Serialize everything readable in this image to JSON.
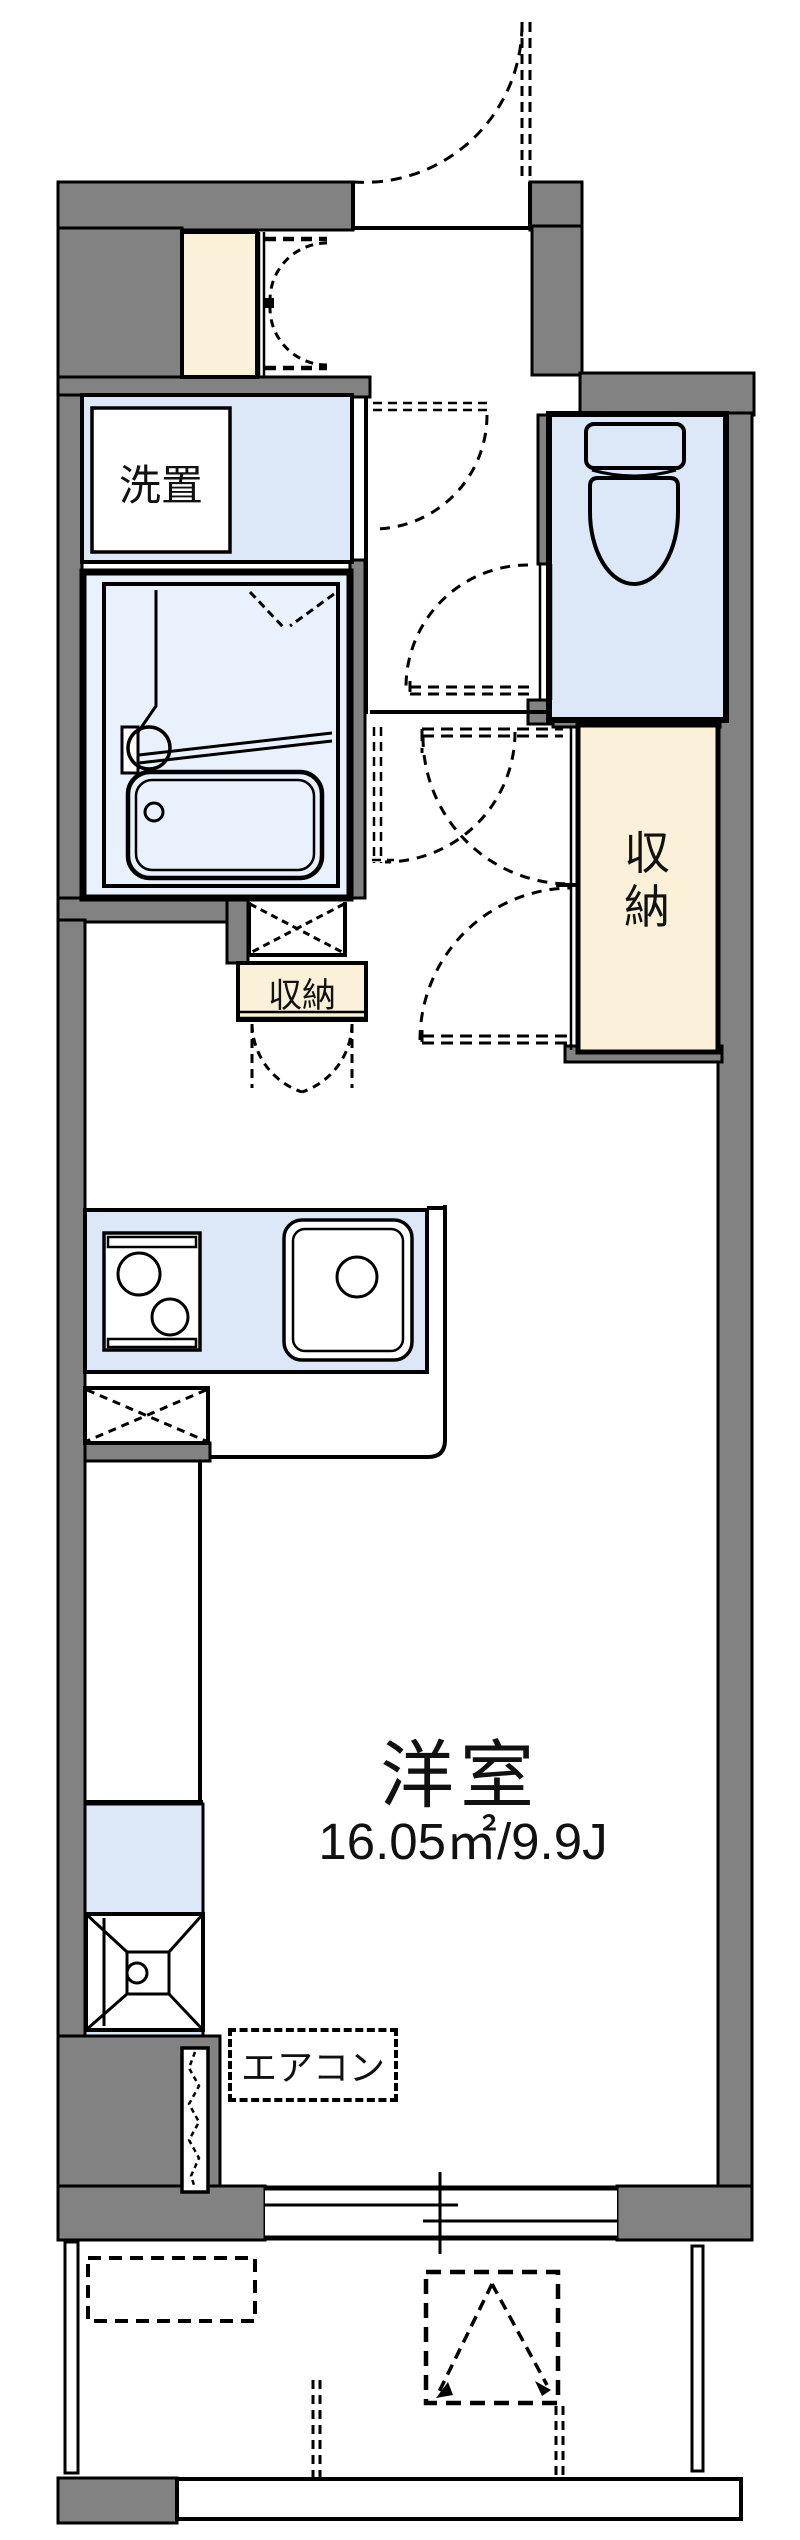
{
  "floorplan": {
    "rooms": {
      "laundry_label": "洗置",
      "storage_small_label": "収納",
      "storage_large_label": "収納",
      "main_room_label": "洋室",
      "main_room_size": "16.05㎡/9.9J",
      "aircon_label": "エアコン"
    },
    "colors": {
      "wall": "#828282",
      "room_fill": "#dce8f8",
      "bath_fill": "#e9f1fc",
      "storage_fill": "#fbf0d8",
      "line": "#000000",
      "background": "#ffffff"
    }
  }
}
